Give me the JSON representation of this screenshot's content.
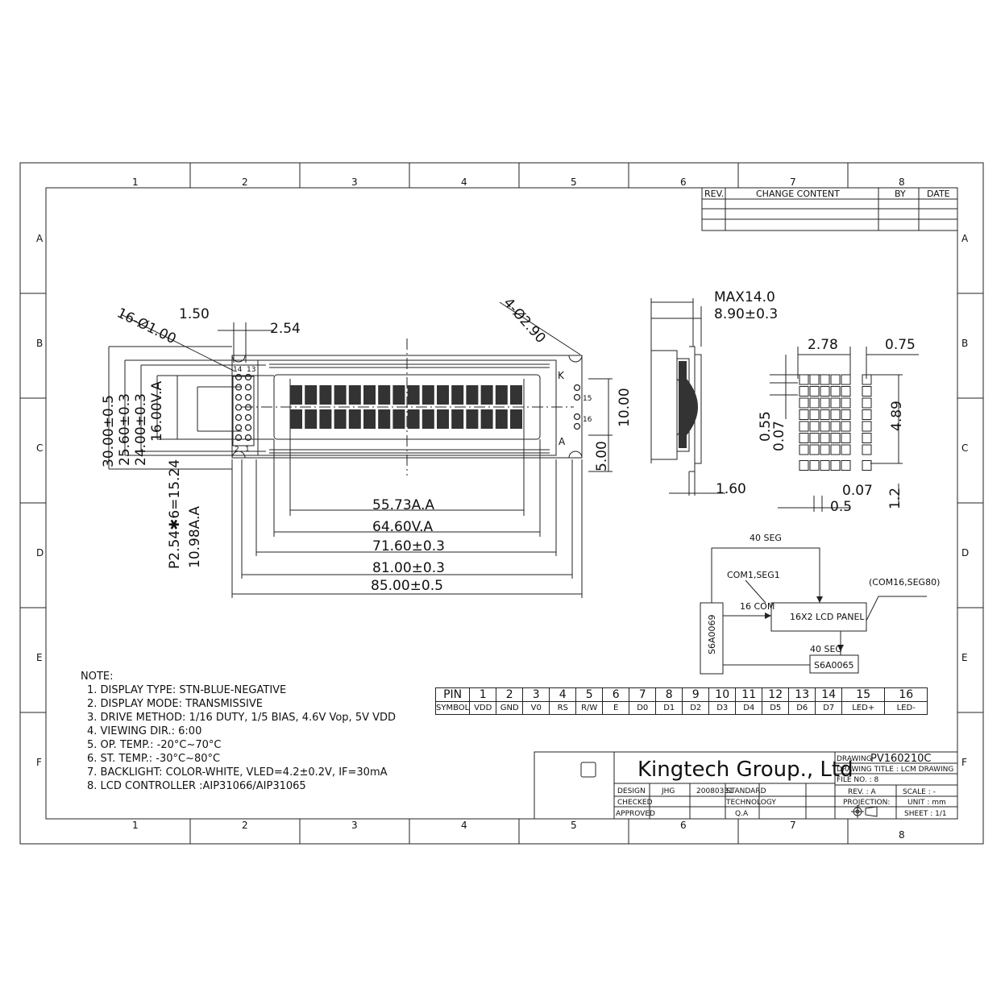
{
  "grid": {
    "columns": [
      "1",
      "2",
      "3",
      "4",
      "5",
      "6",
      "7",
      "8"
    ],
    "rows": [
      "A",
      "B",
      "C",
      "D",
      "E",
      "F"
    ]
  },
  "revision_table": {
    "rev": "REV.",
    "change": "CHANGE CONTENT",
    "by": "BY",
    "date": "DATE"
  },
  "dimensions": {
    "hole_dia": "16-Ø1.00",
    "pitch_150": "1.50",
    "pitch_254": "2.54",
    "mount_holes": "4-Ø2.90",
    "h_3000": "30.00±0.5",
    "h_2560": "25.60±0.3",
    "h_2400": "24.00±0.3",
    "h_1600": "16.00V.A",
    "pin_pitch": "P2.54✱6=15.24",
    "h_1098": "10.98A.A",
    "h_1000": "10.00",
    "h_500": "5.00",
    "w_5573": "55.73A.A",
    "w_6460": "64.60V.A",
    "w_7160": "71.60±0.3",
    "w_8100": "81.00±0.3",
    "w_8500": "85.00±0.5",
    "max_thick": "MAX14.0",
    "thick_890": "8.90±0.3",
    "thick_160": "1.60",
    "char_w": "2.78",
    "char_gap": "0.75",
    "dot_055": "0.55",
    "dot_007v": "0.07",
    "char_h": "4.89",
    "dot_007h": "0.07",
    "dot_05": "0.5",
    "under_12": "1.2"
  },
  "pin_labels": {
    "p14": "14",
    "p13": "13",
    "p2": "2",
    "p1": "1",
    "p15": "15",
    "p16": "16",
    "k": "K",
    "a": "A"
  },
  "block_diagram": {
    "seg40_top": "40 SEG",
    "com1seg1": "COM1,SEG1",
    "com16": "16 COM",
    "panel": "16X2 LCD PANEL",
    "com_seg80": "(COM16,SEG80)",
    "chip1": "S6A0069",
    "seg40_bottom": "40 SEG",
    "chip2": "S6A0065"
  },
  "notes": {
    "title": "NOTE:",
    "items": [
      "1. DISPLAY TYPE: STN-BLUE-NEGATIVE",
      "2. DISPLAY MODE: TRANSMISSIVE",
      "3. DRIVE METHOD: 1/16 DUTY, 1/5 BIAS, 4.6V Vop, 5V VDD",
      "4. VIEWING DIR.: 6:00",
      "5. OP. TEMP.: -20°C~70°C",
      "6. ST. TEMP.: -30°C~80°C",
      "7. BACKLIGHT: COLOR-WHITE, VLED=4.2±0.2V, IF=30mA",
      "8. LCD CONTROLLER :AIP31066/AIP31065"
    ]
  },
  "pin_table": {
    "header_label": "PIN",
    "symbol_label": "SYMBOL",
    "pins": [
      "1",
      "2",
      "3",
      "4",
      "5",
      "6",
      "7",
      "8",
      "9",
      "10",
      "11",
      "12",
      "13",
      "14",
      "15",
      "16"
    ],
    "symbols": [
      "VDD",
      "GND",
      "V0",
      "RS",
      "R/W",
      "E",
      "D0",
      "D1",
      "D2",
      "D3",
      "D4",
      "D5",
      "D6",
      "D7",
      "LED+",
      "LED-"
    ]
  },
  "title_block": {
    "company": "Kingtech Group., Ltd",
    "drawing_label": "DRAWING",
    "drawing_no": "PV160210C",
    "drawing_title": "DRAWING TITLE : LCM DRAWING",
    "file_no": "FILE NO. : 8",
    "design": "DESIGN",
    "design_by": "JHG",
    "date": "20080331",
    "standard": "STANDARD",
    "checked": "CHECKED",
    "technology": "TECHNOLOGY",
    "approved": "APPROVED",
    "qa": "Q.A",
    "rev": "REV. : A",
    "scale": "SCALE : -",
    "projection": "PROJECTION:",
    "unit": "UNIT : mm",
    "sheet": "SHEET : 1/1"
  }
}
